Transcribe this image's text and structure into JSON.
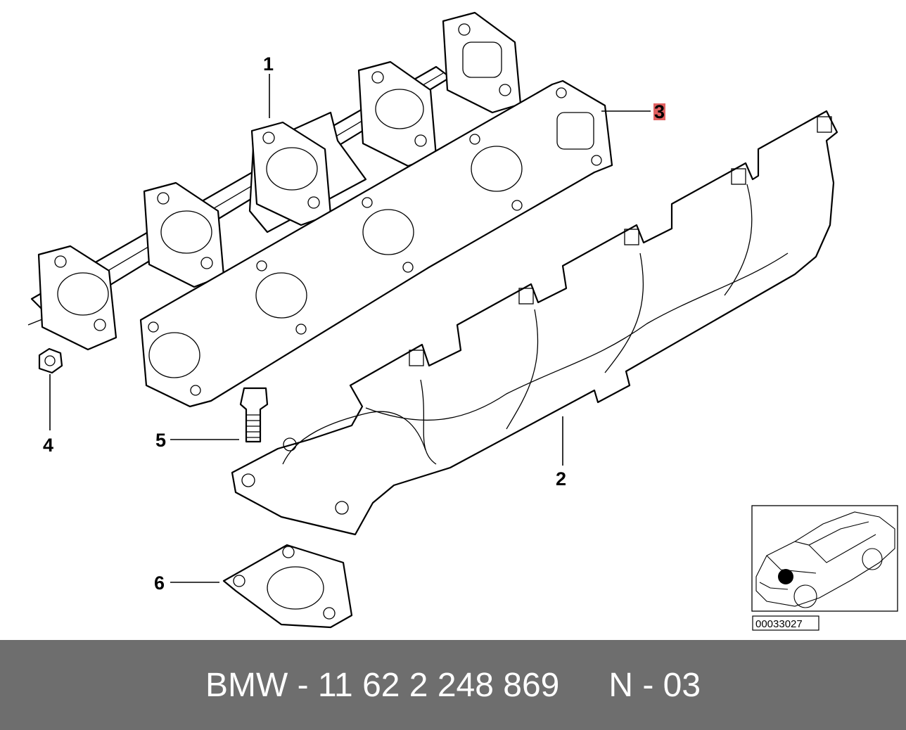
{
  "callouts": [
    {
      "label": "1"
    },
    {
      "label": "2"
    },
    {
      "label": "3"
    },
    {
      "label": "4"
    },
    {
      "label": "5"
    },
    {
      "label": "6"
    }
  ],
  "inset": {
    "reference_number": "00033027"
  },
  "footer": {
    "part_number": "BMW - 11 62 2 248 869",
    "variant": "N - 03"
  },
  "colors": {
    "highlight": "#e06060",
    "footer_bg": "#6e6e6e",
    "footer_text": "#ffffff"
  }
}
